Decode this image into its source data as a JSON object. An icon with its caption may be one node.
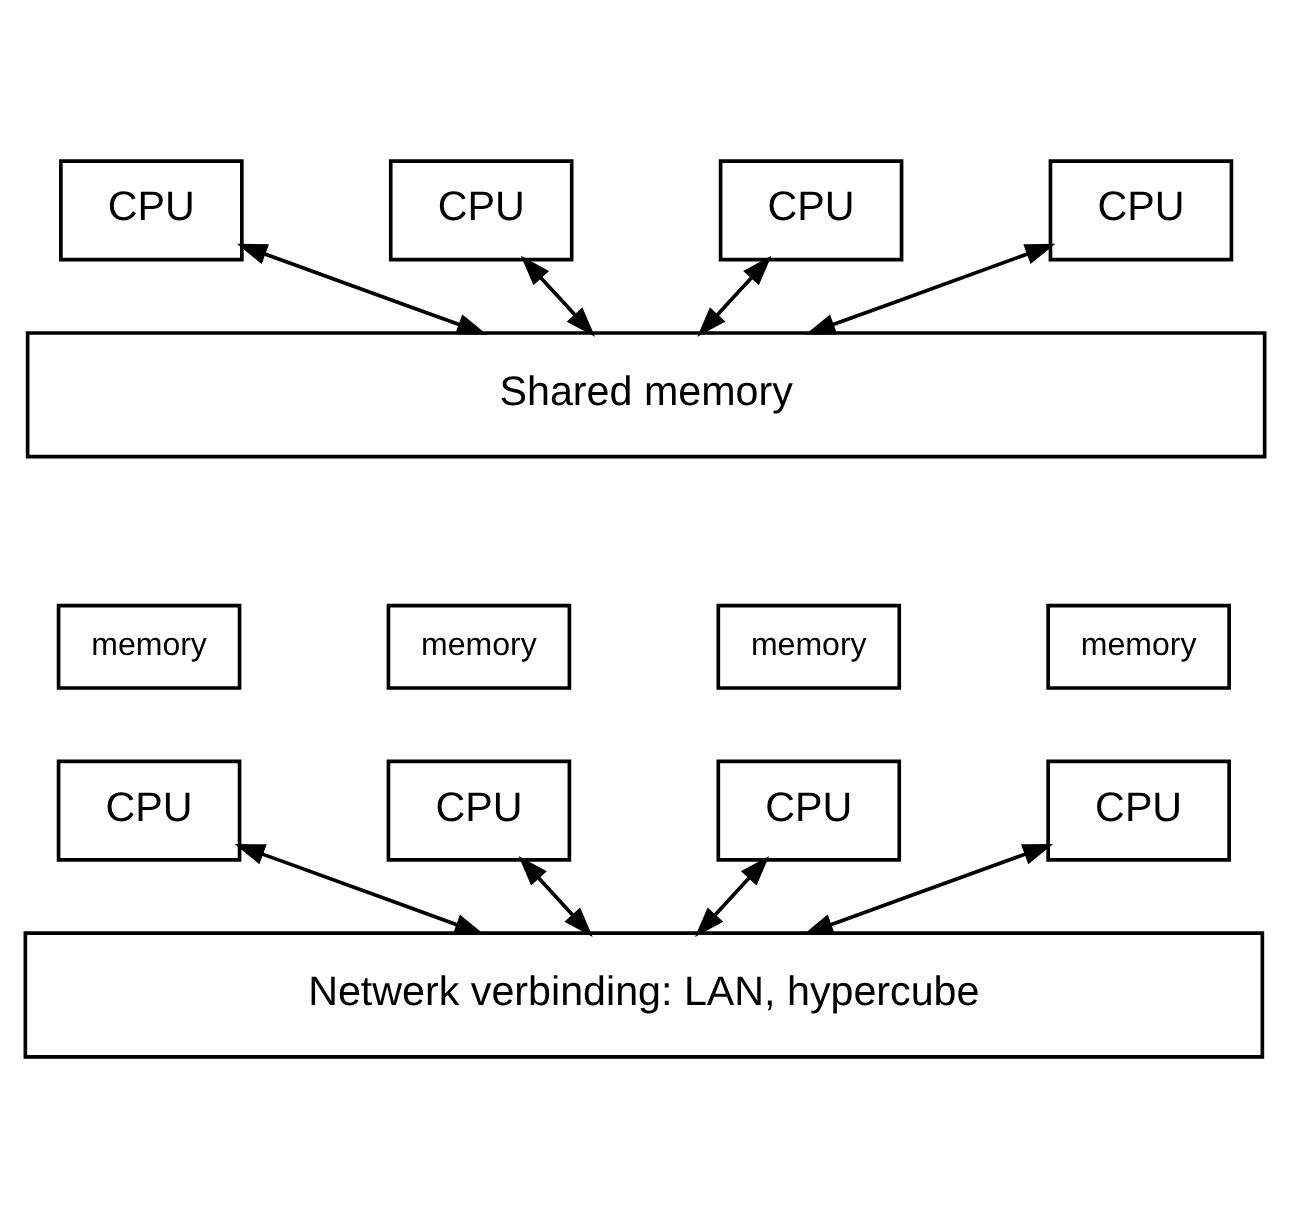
{
  "diagram": {
    "nodes": [
      {
        "text": [
          "CPU"
        ]
      },
      {
        "text": [
          "CPU"
        ]
      },
      {
        "text": [
          "CPU"
        ]
      },
      {
        "text": [
          "CPU"
        ]
      },
      {
        "text": [
          "Shared memory"
        ]
      },
      {
        "text": [
          "memory"
        ]
      },
      {
        "text": [
          "CPU"
        ]
      },
      {
        "text": [
          "memory"
        ]
      },
      {
        "text": [
          "CPU"
        ]
      },
      {
        "text": [
          "memory"
        ]
      },
      {
        "text": [
          "CPU"
        ]
      },
      {
        "text": [
          "memory"
        ]
      },
      {
        "text": [
          "CPU"
        ]
      },
      {
        "text": [
          "Netwerk verbinding: LAN, hypercube"
        ]
      }
    ],
    "edges": [
      {
        "from": 0,
        "to": 4,
        "arrow": "both"
      },
      {
        "from": 1,
        "to": 4,
        "arrow": "both"
      },
      {
        "from": 2,
        "to": 4,
        "arrow": "both"
      },
      {
        "from": 3,
        "to": 4,
        "arrow": "both"
      },
      {
        "from": 6,
        "to": 13,
        "arrow": "both"
      },
      {
        "from": 8,
        "to": 13,
        "arrow": "both"
      },
      {
        "from": 10,
        "to": 13,
        "arrow": "both"
      },
      {
        "from": 12,
        "to": 13,
        "arrow": "both"
      }
    ]
  }
}
